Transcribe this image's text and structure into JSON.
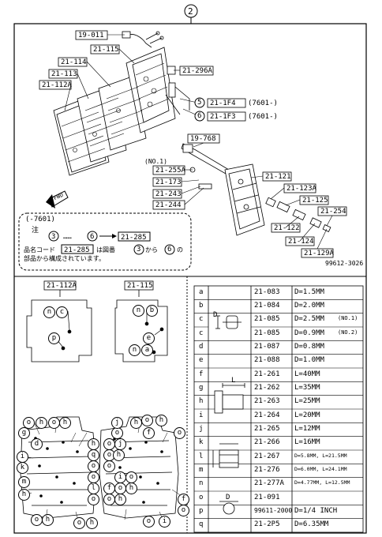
{
  "sheet_number": "2",
  "top": {
    "callouts": [
      "19-011",
      "21-115",
      "21-114",
      "21-113",
      "21-112A",
      "21-296A",
      "21-1F4",
      "21-1F3",
      "19-768",
      "21-255A",
      "21-173",
      "21-243",
      "21-244",
      "21-121",
      "21-123A",
      "21-125",
      "21-254",
      "21-122",
      "21-124",
      "21-129A"
    ],
    "no1_label": "(NO.1)",
    "model_7601_a": "(7601-)",
    "model_7601_b": "(7601-)",
    "circle5": "5",
    "circle6": "6",
    "fwd": "FWD",
    "figure_code": "99612-3026"
  },
  "note": {
    "line1": "(-7601)",
    "line2": "注",
    "circle3": "3",
    "dots": "……",
    "circle6": "6",
    "arrow_target": "21-285",
    "line4_a": "品名コード",
    "line4_code": "21-285",
    "line4_b": "は図番",
    "line4_c": "から",
    "line4_d": "の",
    "line5": "部品から構成されています。"
  },
  "bottom": {
    "box_left_label": "21-112A",
    "box_right_label": "21-115",
    "letters": [
      "n",
      "c",
      "p",
      "n",
      "b",
      "e",
      "n",
      "a",
      "o",
      "h",
      "o",
      "h",
      "o",
      "h",
      "f",
      "o",
      "g",
      "d",
      "h",
      "q",
      "i",
      "k",
      "o",
      "o",
      "m",
      "l",
      "o",
      "h",
      "o",
      "h",
      "o",
      "h",
      "j",
      "o",
      "j",
      "o",
      "h",
      "o",
      "i",
      "o",
      "f",
      "o",
      "h",
      "o",
      "h",
      "f",
      "o",
      "o",
      "i",
      "o",
      "h"
    ]
  },
  "table": {
    "rows": [
      {
        "key": "a",
        "code": "21-083",
        "spec": "D=1.5MM",
        "note": ""
      },
      {
        "key": "b",
        "code": "21-084",
        "spec": "D=2.0MM",
        "note": ""
      },
      {
        "key": "c",
        "code": "21-085",
        "spec": "D=2.5MM",
        "note": "(NO.1)"
      },
      {
        "key": "c",
        "code": "21-085",
        "spec": "D=0.9MM",
        "note": "(NO.2)"
      },
      {
        "key": "d",
        "code": "21-087",
        "spec": "D=0.8MM",
        "note": ""
      },
      {
        "key": "e",
        "code": "21-088",
        "spec": "D=1.0MM",
        "note": ""
      },
      {
        "key": "f",
        "code": "21-261",
        "spec": "L=40MM",
        "note": ""
      },
      {
        "key": "g",
        "code": "21-262",
        "spec": "L=35MM",
        "note": ""
      },
      {
        "key": "h",
        "code": "21-263",
        "spec": "L=25MM",
        "note": ""
      },
      {
        "key": "i",
        "code": "21-264",
        "spec": "L=20MM",
        "note": ""
      },
      {
        "key": "j",
        "code": "21-265",
        "spec": "L=12MM",
        "note": ""
      },
      {
        "key": "k",
        "code": "21-266",
        "spec": "L=16MM",
        "note": ""
      },
      {
        "key": "l",
        "code": "21-267",
        "spec": "D=5.8MM, L=21.5MM",
        "note": ""
      },
      {
        "key": "m",
        "code": "21-276",
        "spec": "D=6.0MM, L=24.1MM",
        "note": ""
      },
      {
        "key": "n",
        "code": "21-277A",
        "spec": "D=4.77MM, L=12.5MM",
        "note": ""
      },
      {
        "key": "o",
        "code": "21-091",
        "spec": "",
        "note": ""
      },
      {
        "key": "p",
        "code": "99611-2000",
        "spec": "D=1/4 INCH",
        "note": ""
      },
      {
        "key": "q",
        "code": "21-2P5",
        "spec": "D=6.35MM",
        "note": ""
      }
    ],
    "dim_D": "D",
    "dim_L": "L"
  }
}
